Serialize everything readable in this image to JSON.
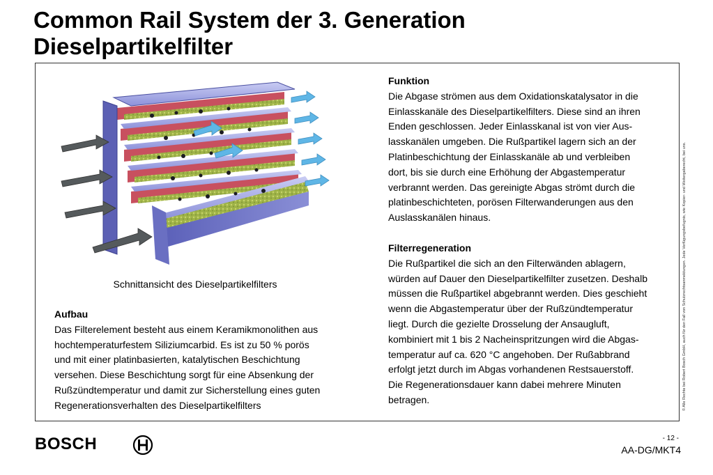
{
  "title": {
    "line1": "Common Rail System der 3. Generation",
    "line2": "Dieselpartikelfilter"
  },
  "figure": {
    "caption": "Schnittansicht des Dieselpartikelfilters"
  },
  "aufbau": {
    "heading": "Aufbau",
    "lines": [
      "Das Filterelement besteht aus einem Keramikmonolithen aus",
      "hochtemperaturfestem Siliziumcarbid. Es ist zu 50 % porös",
      "und mit einer platinbasierten, katalytischen Beschichtung",
      "versehen. Diese Beschichtung sorgt für eine Absenkung der",
      "Rußzündtemperatur und damit zur Sicherstellung eines guten",
      "Regenerationsverhalten des Dieselpartikelfilters"
    ]
  },
  "funktion": {
    "heading": "Funktion",
    "lines": [
      "Die Abgase strömen aus dem Oxidationskatalysator in die",
      "Einlasskanäle des Dieselpartikelfilters. Diese sind an ihren",
      "Enden geschlossen. Jeder Einlasskanal ist von vier Aus-",
      "lasskanälen umgeben. Die Rußpartikel lagern sich an der",
      "Platinbeschichtung der Einlasskanäle ab und verbleiben",
      "dort, bis sie durch eine Erhöhung der Abgastemperatur",
      "verbrannt werden. Das gereinigte Abgas strömt durch die",
      "platinbeschichteten, porösen Filterwanderungen aus den",
      "Auslasskanälen hinaus."
    ]
  },
  "regeneration": {
    "heading": "Filterregeneration",
    "lines": [
      "Die Rußpartikel die sich an den Filterwänden ablagern,",
      "würden auf Dauer den Dieselpartikelfilter zusetzen. Deshalb",
      "müssen die Rußpartikel abgebrannt werden. Dies geschieht",
      "wenn die Abgastemperatur über der Rußzündtemperatur",
      "liegt. Durch die gezielte Drosselung der Ansaugluft,",
      "kombiniert mit 1 bis 2 Nacheinspritzungen wird die Abgas-",
      "temperatur auf ca. 620 °C angehoben. Der Rußabbrand",
      "erfolgt jetzt durch im Abgas vorhandenen Restsauerstoff.",
      "Die Regenerationsdauer kann dabei mehrere Minuten",
      "betragen."
    ]
  },
  "copyright": "© Alle Rechte bei Robert Bosch GmbH, auch für den Fall von Schutzrechtsanmeldungen. Jede Verfügungsbefugnis, wie Kopier- und Weitergaberecht, bei uns.",
  "footer": {
    "logo": "BOSCH",
    "page": "- 12 -",
    "department": "AA-DG/MKT4"
  },
  "colors": {
    "channel_top": "#a9aee8",
    "channel_side": "#6f74c9",
    "inlet_red": "#c8505f",
    "coating_green": "#a7b84e",
    "outflow_arrow": "#5fb6e6",
    "inflow_arrow": "#555a5c"
  }
}
